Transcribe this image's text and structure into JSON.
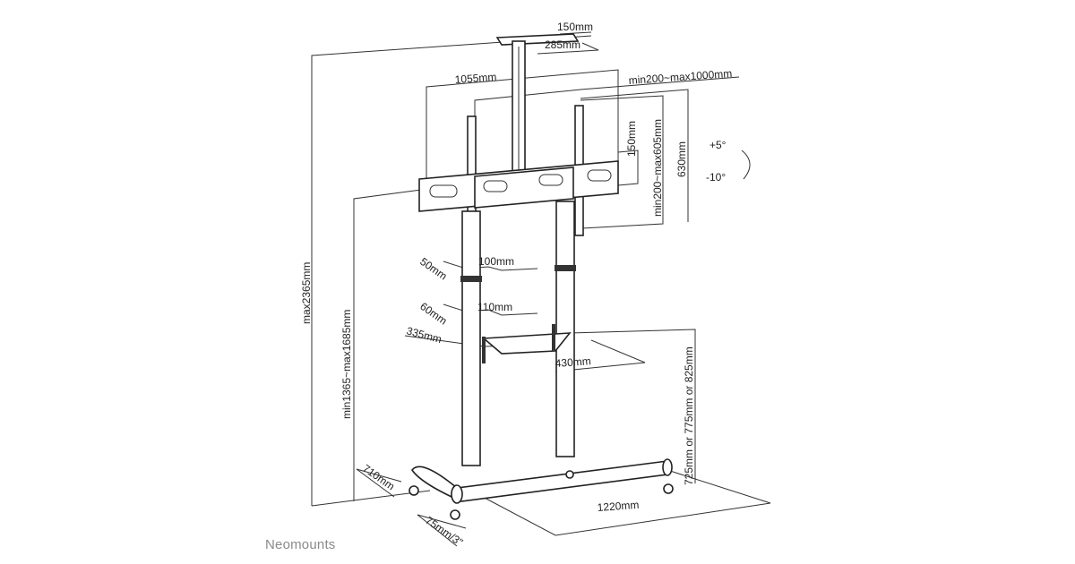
{
  "brand": "Neomounts",
  "dimensions": {
    "top_plate_width": "150mm",
    "top_plate_depth": "285mm",
    "mount_width": "1055mm",
    "vesa_horizontal": "min200~max1000mm",
    "vesa_offset": "150mm",
    "vesa_vertical": "min200~max605mm",
    "mount_height": "630mm",
    "tilt_up": "+5°",
    "tilt_down": "-10°",
    "max_height": "max2365mm",
    "mount_height_range": "min1365~max1685mm",
    "pole_depth_upper": "50mm",
    "pole_width_upper": "100mm",
    "pole_depth_lower": "60mm",
    "pole_width_lower": "110mm",
    "shelf_depth": "335mm",
    "shelf_width": "430mm",
    "shelf_height": "725mm or 775mm or 825mm",
    "base_depth": "710mm",
    "base_width": "1220mm",
    "caster": "75mm/3\""
  }
}
